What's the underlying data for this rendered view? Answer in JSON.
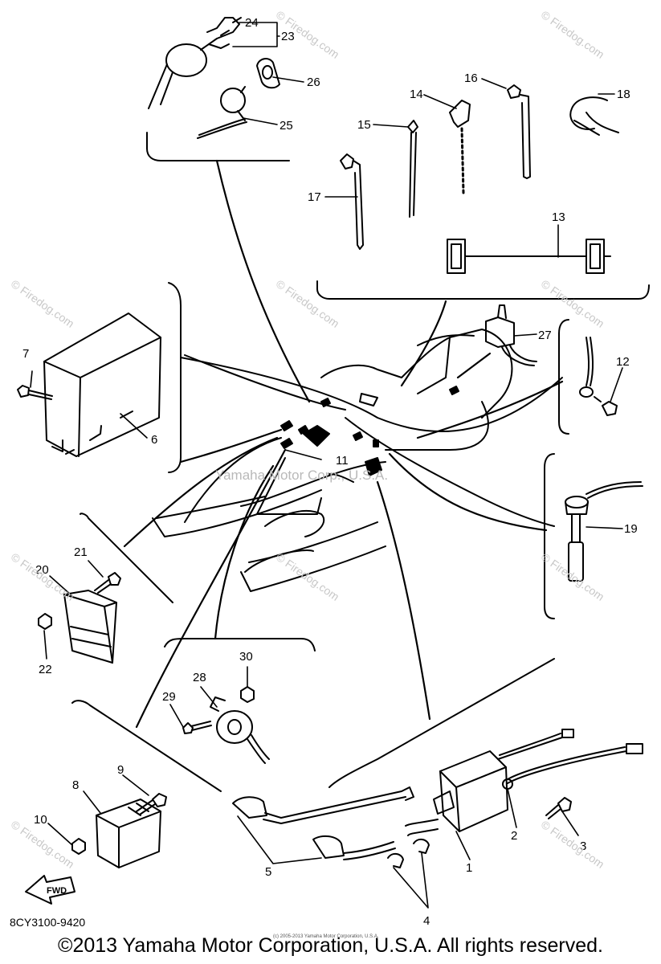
{
  "diagram": {
    "part_code": "8CY3100-9420",
    "copyright": "©2013 Yamaha Motor Corporation, U.S.A. All rights reserved.",
    "fine_print": "(c) 2005-2013 Yamaha Motor Corporation, U.S.A.",
    "center_watermark": "Yamaha Motor Corp., U.S.A.",
    "watermark": "© Firedog.com",
    "fwd_label": "FWD",
    "callouts": [
      "1",
      "2",
      "3",
      "4",
      "5",
      "6",
      "7",
      "8",
      "9",
      "10",
      "11",
      "12",
      "13",
      "14",
      "15",
      "16",
      "17",
      "18",
      "19",
      "20",
      "21",
      "22",
      "23",
      "24",
      "25",
      "26",
      "27",
      "28",
      "29",
      "30"
    ]
  }
}
